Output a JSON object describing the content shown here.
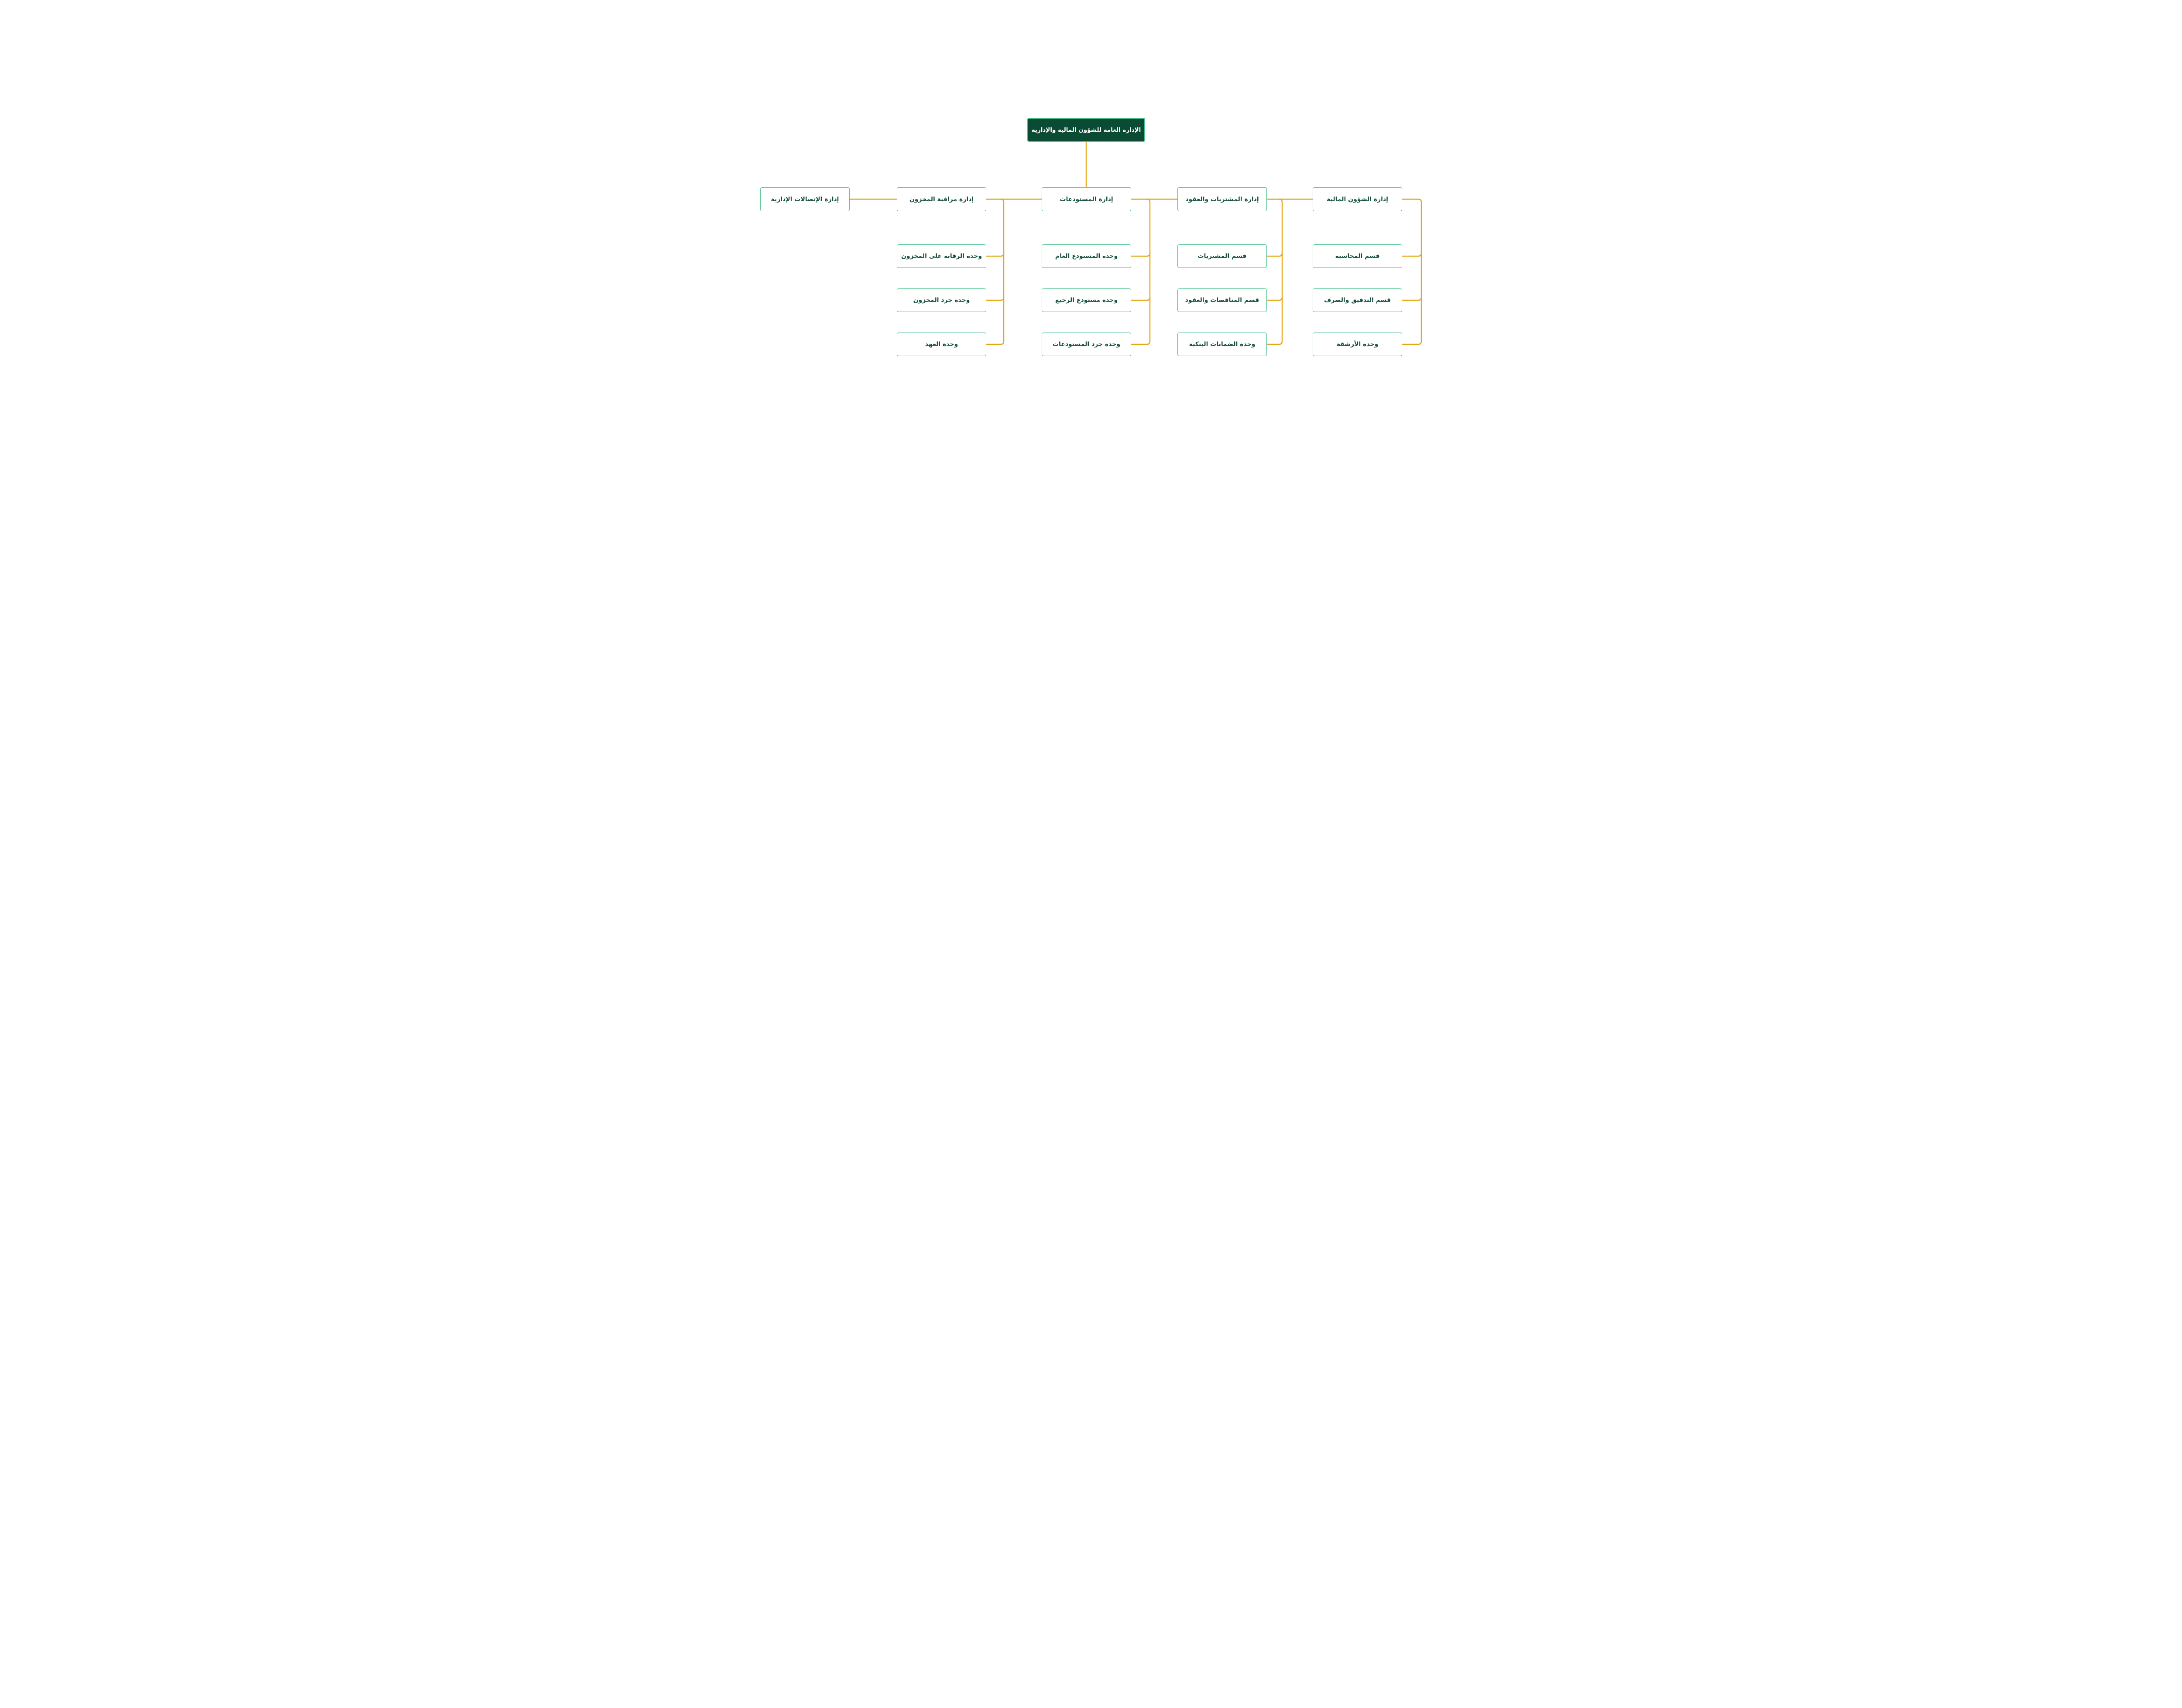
{
  "colors": {
    "brand-dark-green": "#0B4A33",
    "node-border-green": "#4AC18C",
    "node-text-green": "#15503D",
    "connector-gold": "#E2A918"
  },
  "root": {
    "label": "الإدارة العامة للشؤون المالية والإدارية"
  },
  "departments": [
    {
      "label": "إدارة الإتصالات الإدارية",
      "children": []
    },
    {
      "label": "إدارة مراقبة المخزون",
      "children": [
        {
          "label": "وحدة الرقابة على المخزون"
        },
        {
          "label": "وحدة جرد المخزون"
        },
        {
          "label": "وحدة العهد"
        }
      ]
    },
    {
      "label": "إدارة المستودعات",
      "children": [
        {
          "label": "وحدة المستودع العام"
        },
        {
          "label": "وحدة مستودع الرجيع"
        },
        {
          "label": "وحدة جرد المستودعات"
        }
      ]
    },
    {
      "label": "إدارة المشتريات والعقود",
      "children": [
        {
          "label": "قسم المشتريات"
        },
        {
          "label": "قسم المناقصات والعقود"
        },
        {
          "label": "وحدة الضمانات البنكية"
        }
      ]
    },
    {
      "label": "إدارة الشؤون المالية",
      "children": [
        {
          "label": "قسم المحاسبة"
        },
        {
          "label": "قسم التدقيق والصرف"
        },
        {
          "label": "وحدة الأرشفة"
        }
      ]
    }
  ]
}
